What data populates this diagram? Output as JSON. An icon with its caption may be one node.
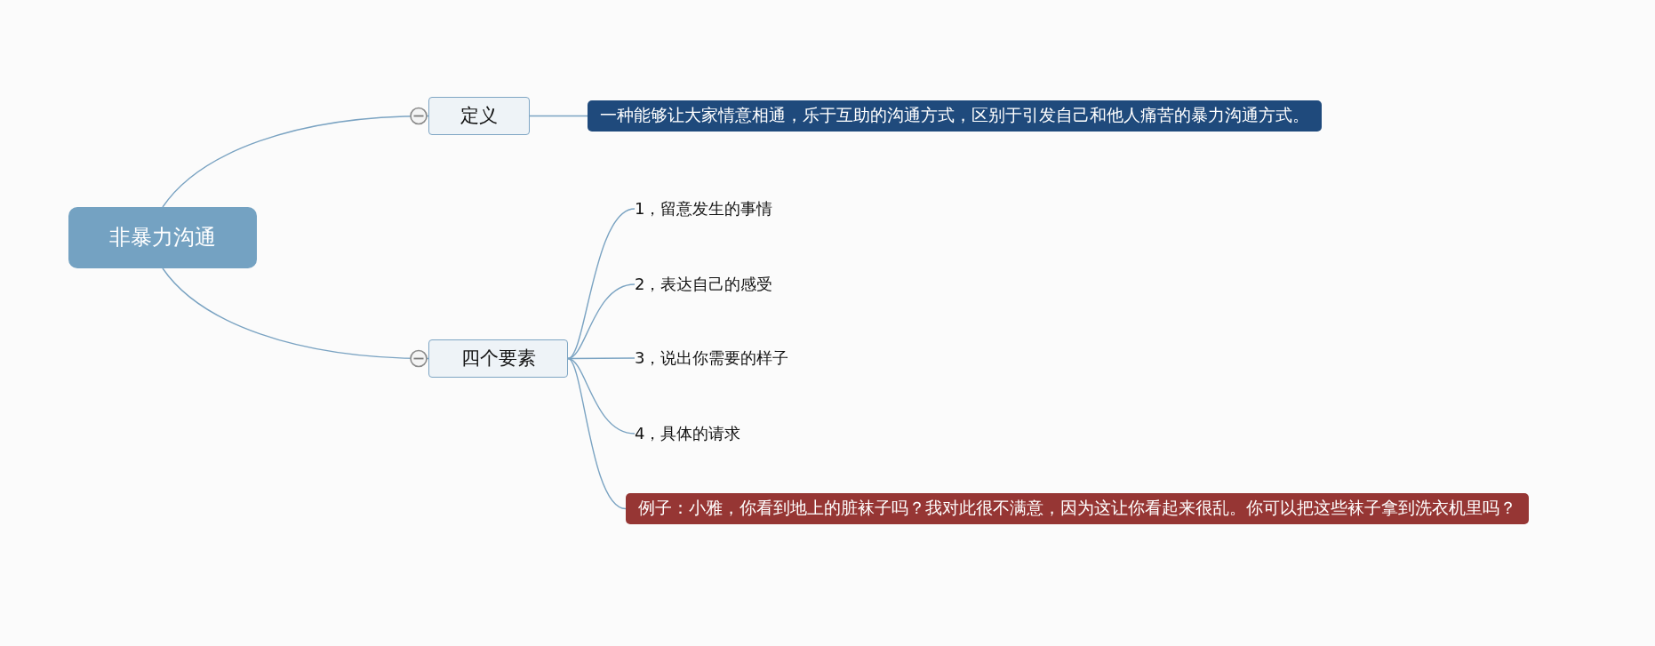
{
  "diagram": {
    "nodes": [
      {
        "text": [
          "非暴力沟通"
        ]
      },
      {
        "text": [
          "定义"
        ]
      },
      {
        "text": [
          "一种能够让大家情意相通，乐于互助的沟通方式，区别于引发自己和他人痛苦的暴力沟通方式。"
        ]
      },
      {
        "text": [
          "四个要素"
        ]
      },
      {
        "text": [
          "1，留意发生的事情"
        ]
      },
      {
        "text": [
          "2，表达自己的感受"
        ]
      },
      {
        "text": [
          "3，说出你需要的样子"
        ]
      },
      {
        "text": [
          "4，具体的请求"
        ]
      },
      {
        "text": [
          "例子：小雅，你看到地上的脏袜子吗？我对此很不满意，因为这让你看起来很乱。你可以把这些袜子拿到洗衣机里吗？"
        ]
      }
    ],
    "edges": [
      {
        "from": 0,
        "to": 1,
        "arrow": "none"
      },
      {
        "from": 1,
        "to": 2,
        "arrow": "none"
      },
      {
        "from": 0,
        "to": 3,
        "arrow": "none"
      },
      {
        "from": 3,
        "to": 4,
        "arrow": "none"
      },
      {
        "from": 3,
        "to": 5,
        "arrow": "none"
      },
      {
        "from": 3,
        "to": 6,
        "arrow": "none"
      },
      {
        "from": 3,
        "to": 7,
        "arrow": "none"
      },
      {
        "from": 3,
        "to": 8,
        "arrow": "none"
      }
    ]
  }
}
